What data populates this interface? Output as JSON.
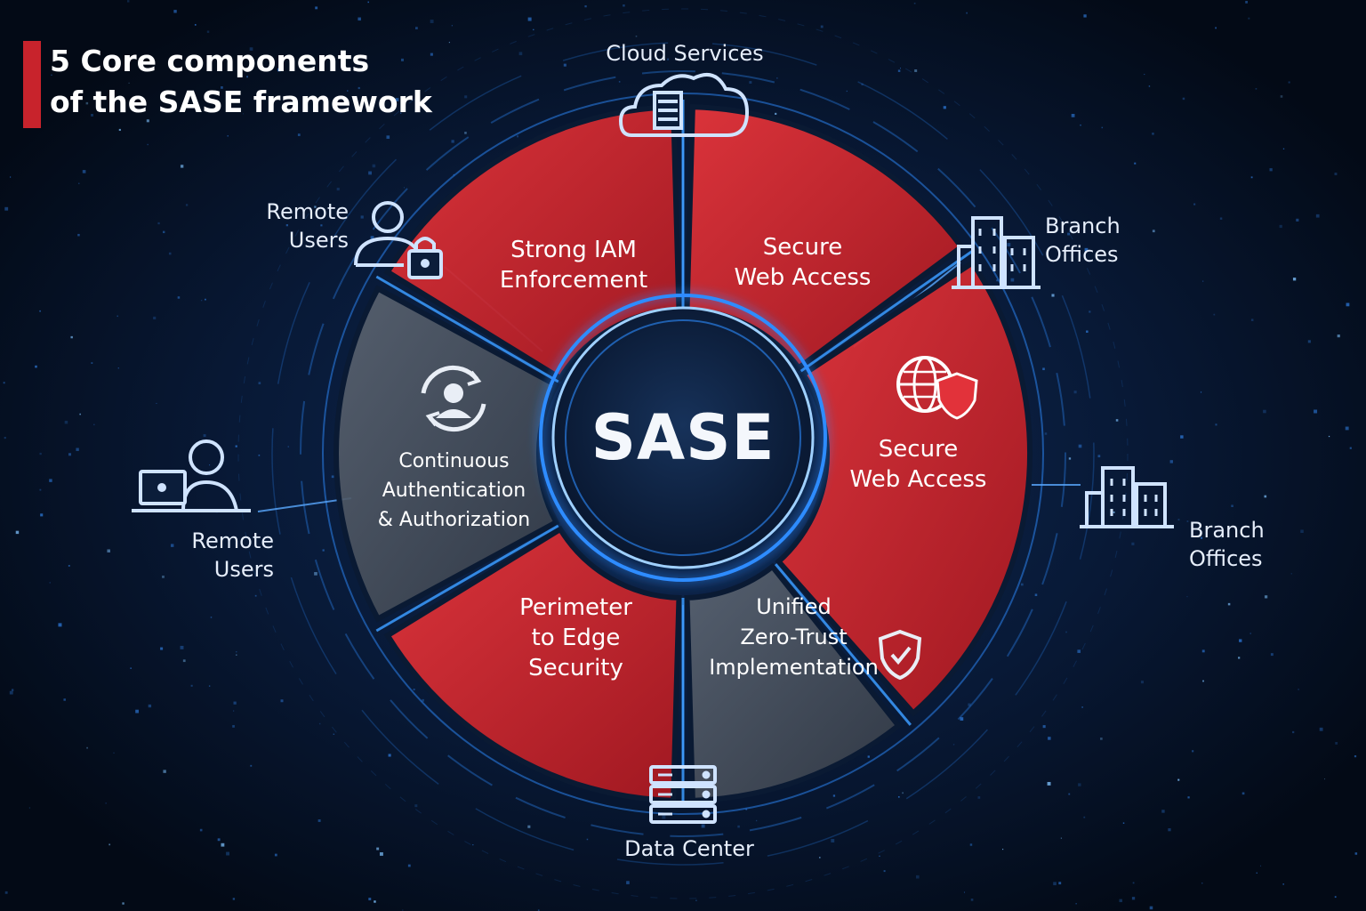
{
  "title": {
    "line1": "5 Core components",
    "line2": "of the SASE framework",
    "accent_color": "#c8232c"
  },
  "center": {
    "label": "SASE"
  },
  "segments": [
    {
      "id": "strong-iam",
      "lines": [
        "Strong IAM",
        "Enforcement"
      ],
      "color": "red"
    },
    {
      "id": "secure-web-access-top",
      "lines": [
        "Secure",
        "Web Access"
      ],
      "color": "red"
    },
    {
      "id": "secure-web-access-right",
      "lines": [
        "Secure",
        "Web Access"
      ],
      "color": "red",
      "icon": "globe-shield-icon"
    },
    {
      "id": "unified-zero-trust",
      "lines": [
        "Unified",
        "Zero-Trust",
        "Implementation"
      ],
      "color": "gray",
      "icon": "shield-check-icon"
    },
    {
      "id": "perimeter-edge",
      "lines": [
        "Perimeter",
        "to Edge",
        "Security"
      ],
      "color": "red"
    },
    {
      "id": "continuous-auth",
      "lines": [
        "Continuous",
        "Authentication",
        "& Authorization"
      ],
      "color": "gray",
      "icon": "user-sync-icon"
    }
  ],
  "nodes": [
    {
      "id": "cloud-services",
      "lines": [
        "Cloud Services"
      ],
      "icon": "cloud-server-icon"
    },
    {
      "id": "remote-users-top",
      "lines": [
        "Remote",
        "Users"
      ],
      "icon": "user-lock-icon"
    },
    {
      "id": "remote-users-left",
      "lines": [
        "Remote",
        "Users"
      ],
      "icon": "user-laptop-icon"
    },
    {
      "id": "branch-offices-top",
      "lines": [
        "Branch",
        "Offices"
      ],
      "icon": "building-icon"
    },
    {
      "id": "branch-offices-right",
      "lines": [
        "Branch",
        "Offices"
      ],
      "icon": "building-icon"
    },
    {
      "id": "data-center",
      "lines": [
        "Data Center"
      ],
      "icon": "server-rack-icon"
    }
  ],
  "colors": {
    "red": "#d8262e",
    "gray": "#4c5562",
    "glow": "#2d8cff",
    "background": "#050d1c"
  }
}
